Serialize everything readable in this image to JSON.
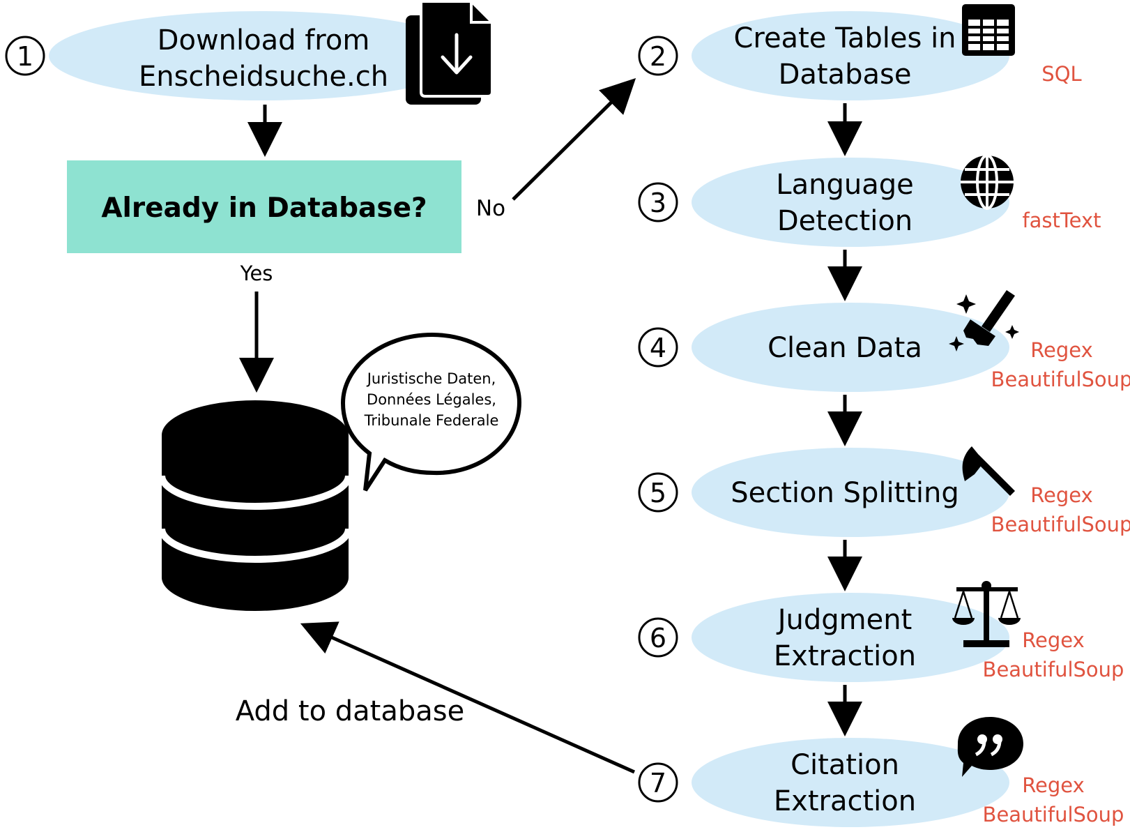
{
  "colors": {
    "step_fill": "#d2eaf8",
    "decision_fill": "#8ee2d1",
    "tool_text": "#e0533f",
    "line": "#000000"
  },
  "step1": {
    "number": "1",
    "line1": "Download from",
    "line2": "Enscheidsuche.ch",
    "icon": "document-download-icon"
  },
  "decision": {
    "label": "Already in Database?",
    "no_label": "No",
    "yes_label": "Yes"
  },
  "database": {
    "icon": "database-icon",
    "bubble": [
      "Juristische Daten,",
      "Données Légales,",
      "Tribunale Federale"
    ],
    "add_label": "Add to database"
  },
  "steps": [
    {
      "number": "2",
      "lines": [
        "Create Tables in",
        "Database"
      ],
      "tools": [
        "SQL"
      ],
      "icon": "table-icon"
    },
    {
      "number": "3",
      "lines": [
        "Language",
        "Detection"
      ],
      "tools": [
        "fastText"
      ],
      "icon": "globe-icon"
    },
    {
      "number": "4",
      "lines": [
        "Clean Data"
      ],
      "tools": [
        "Regex",
        "BeautifulSoup"
      ],
      "icon": "broom-sparkles-icon"
    },
    {
      "number": "5",
      "lines": [
        "Section Splitting"
      ],
      "tools": [
        "Regex",
        "BeautifulSoup"
      ],
      "icon": "axe-icon"
    },
    {
      "number": "6",
      "lines": [
        "Judgment",
        "Extraction"
      ],
      "tools": [
        "Regex",
        "BeautifulSoup"
      ],
      "icon": "scales-icon"
    },
    {
      "number": "7",
      "lines": [
        "Citation",
        "Extraction"
      ],
      "tools": [
        "Regex",
        "BeautifulSoup"
      ],
      "icon": "quote-bubble-icon"
    }
  ]
}
